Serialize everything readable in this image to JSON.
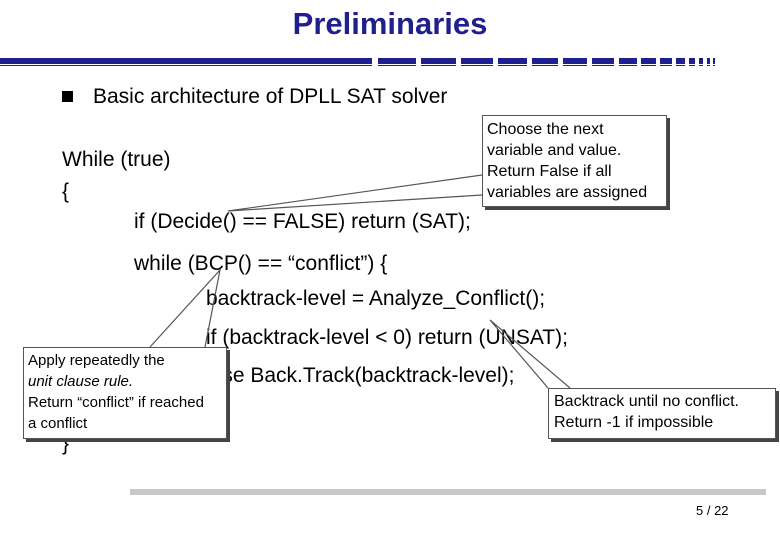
{
  "slide": {
    "title": "Preliminaries",
    "bullet": "Basic architecture of DPLL SAT solver",
    "page_number": "5 / 22",
    "title_color": "#1f1f8e"
  },
  "code": {
    "line1": "While (true)",
    "line2": "{",
    "line3": "if (Decide() == FALSE) return (SAT);",
    "line4": "while (BCP() == “conflict”) {",
    "line5": "backtrack-level = Analyze_Conflict();",
    "line6": "if (backtrack-level < 0) return (UNSAT);",
    "line7": "else Back.Track(backtrack-level);",
    "line8": "}",
    "line9": "}"
  },
  "callouts": {
    "decide": [
      "Choose the next",
      "variable and value.",
      "Return False if all",
      "variables are assigned"
    ],
    "bcp": [
      "Apply repeatedly the",
      "unit clause rule.",
      "Return “conflict” if reached",
      "a conflict"
    ],
    "backtrack": [
      "Backtrack until no conflict.",
      "Return -1 if impossible"
    ]
  }
}
